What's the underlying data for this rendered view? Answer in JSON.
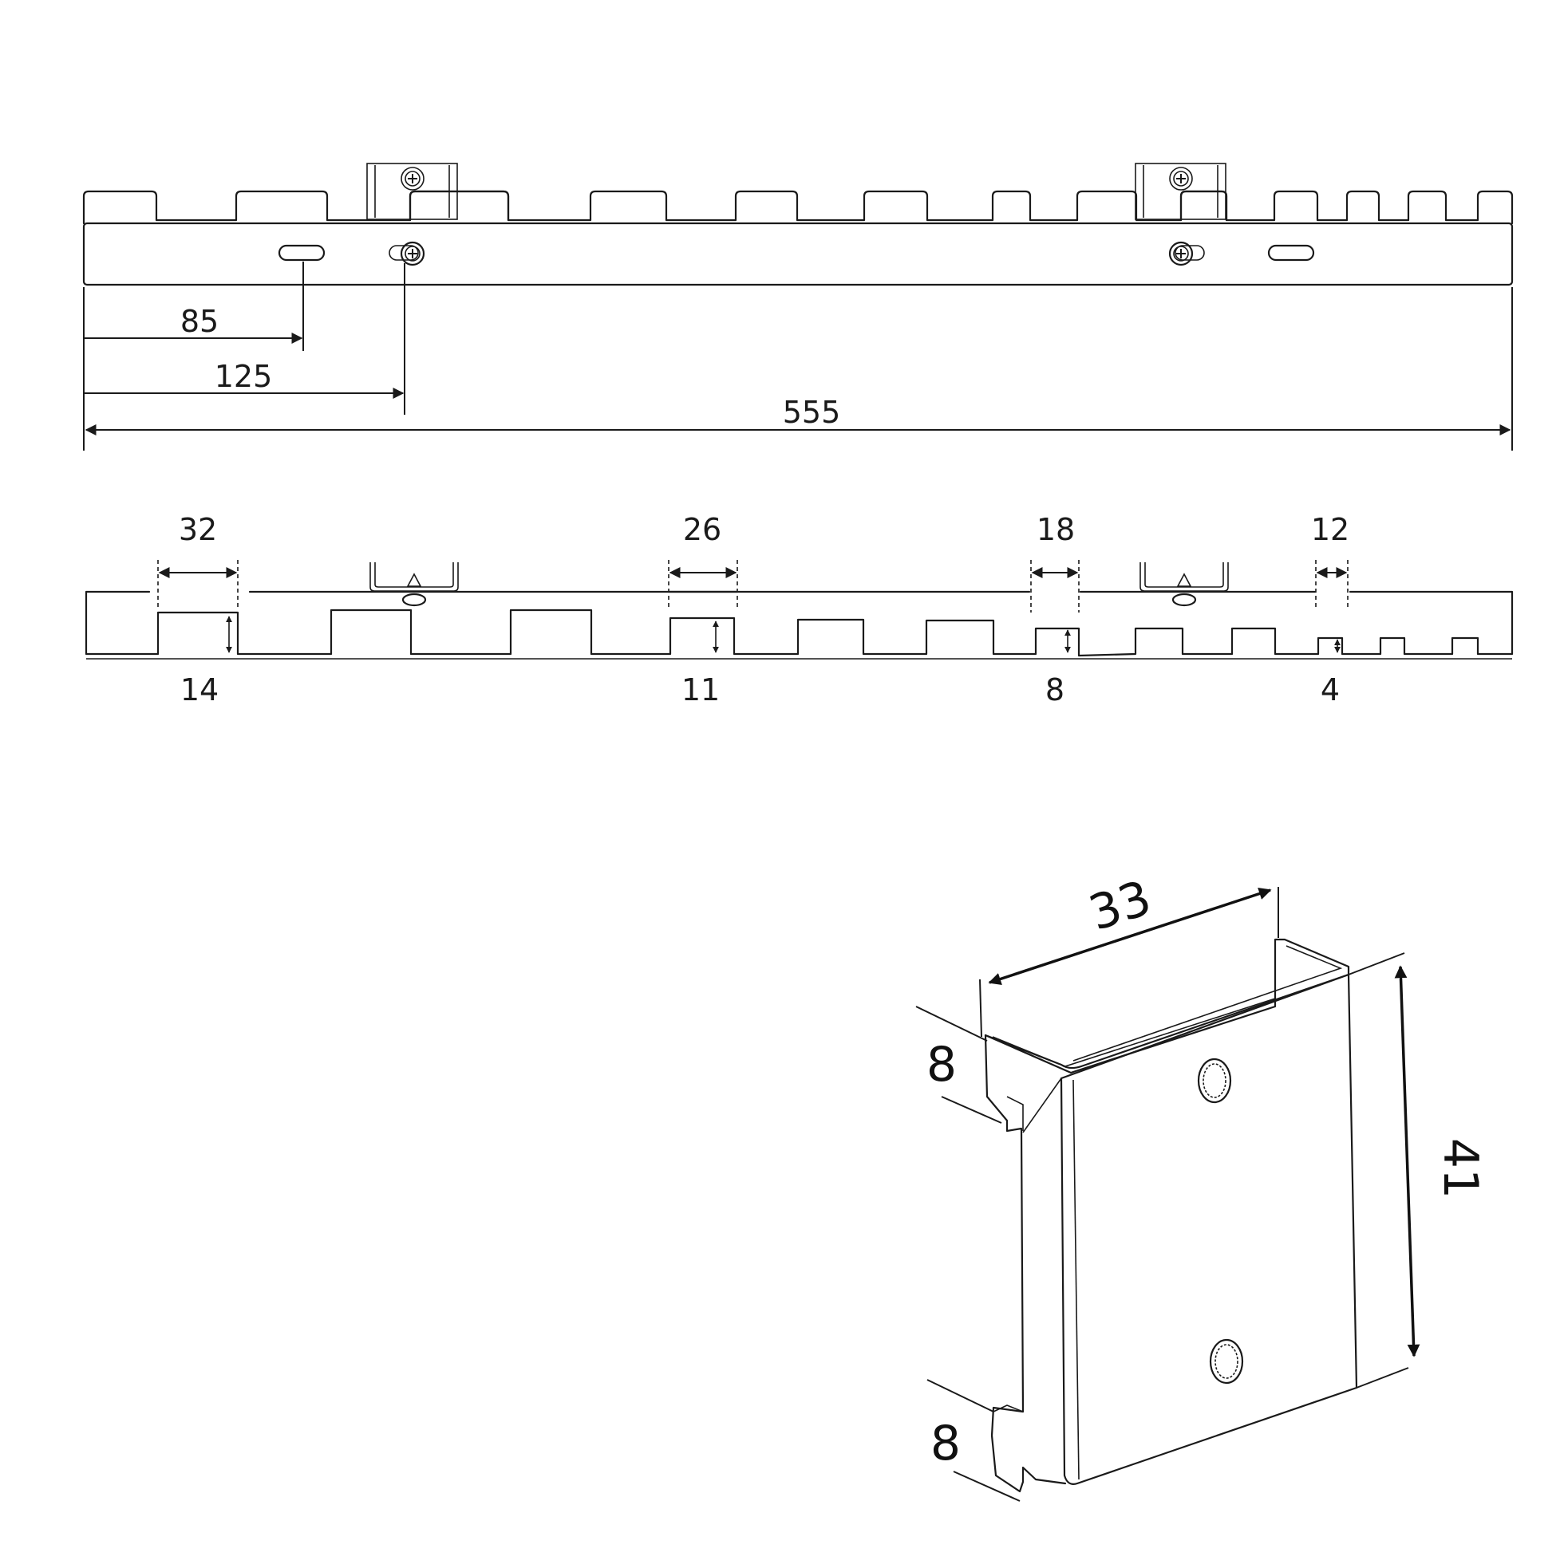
{
  "top_view": {
    "dim_first_hole": "85",
    "dim_first_screw": "125",
    "dim_total_length": "555"
  },
  "front_view": {
    "slot_widths": [
      "32",
      "26",
      "18",
      "12"
    ],
    "slot_depths": [
      "14",
      "11",
      "8",
      "4"
    ]
  },
  "bracket_detail": {
    "width": "33",
    "height": "41",
    "top_tab": "8",
    "bottom_tab": "8"
  }
}
